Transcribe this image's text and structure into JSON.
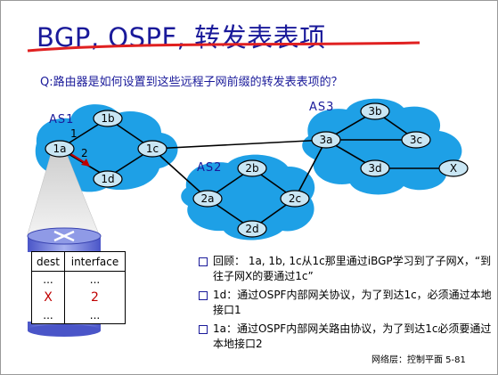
{
  "slide": {
    "title": "BGP, OSPF, 转发表表项",
    "question": "Q:路由器是如何设置到这些远程子网前缀的转发表表项的？",
    "as_labels": [
      "AS1",
      "AS2",
      "AS3"
    ],
    "routers": [
      "1a",
      "1b",
      "1c",
      "1d",
      "2a",
      "2b",
      "2c",
      "2d",
      "3a",
      "3b",
      "3c",
      "3d",
      "X"
    ],
    "interface_labels": [
      "1",
      "2"
    ],
    "table": {
      "headers": [
        "dest",
        "interface"
      ],
      "rows": [
        [
          "...",
          "..."
        ],
        [
          "X",
          "2"
        ],
        [
          "...",
          "..."
        ]
      ]
    },
    "bullets": [
      "回顾： 1a, 1b, 1c从1c那里通过iBGP学习到了子网X，“到往子网X的要通过1c”",
      "1d：通过OSPF内部网关协议，为了到达1c，必须通过本地接口1",
      "1a：通过OSPF内部网关路由协议，为了到达1c必须要通过本地接口2"
    ],
    "footer": "网络层：控制平面    5-81"
  },
  "colors": {
    "title": "#1a1a9a",
    "underline": "#e02020",
    "as_cloud": "#1ea0e6",
    "router": "#c9e6f4",
    "highlight": "#c00000"
  }
}
